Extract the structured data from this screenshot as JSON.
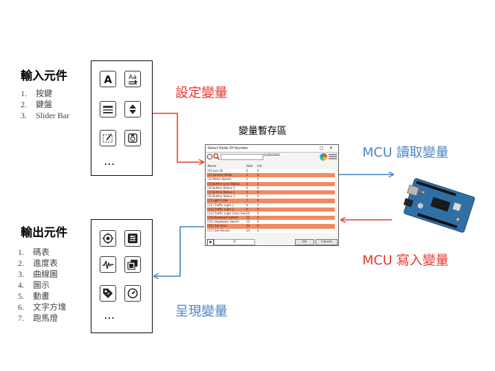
{
  "input_section": {
    "heading": "輸入元件",
    "items": [
      {
        "num": "1.",
        "label": "按鍵"
      },
      {
        "num": "2.",
        "label": "鍵盤"
      },
      {
        "num": "3.",
        "label": "Slider Bar"
      }
    ],
    "ellipsis": "…"
  },
  "output_section": {
    "heading": "輸出元件",
    "items": [
      {
        "num": "1.",
        "label": "碼表"
      },
      {
        "num": "2.",
        "label": "進度表"
      },
      {
        "num": "3.",
        "label": "曲線圖"
      },
      {
        "num": "4.",
        "label": "圖示"
      },
      {
        "num": "5.",
        "label": "動畫"
      },
      {
        "num": "6.",
        "label": "文字方塊"
      },
      {
        "num": "7.",
        "label": "跑馬燈"
      }
    ],
    "ellipsis": "…"
  },
  "labels": {
    "set_variable": "設定變量",
    "variable_buffer": "變量暫存區",
    "mcu_read": "MCU 讀取變量",
    "mcu_write": "MCU 寫入變量",
    "present_variable": "呈現變量"
  },
  "dialog": {
    "title": "Select Node Of Number",
    "counter": "1200/2001",
    "columns": [
      "Name",
      "Addr",
      "Init"
    ],
    "rows": [
      {
        "name": "[0] Icon ID",
        "addr": "0",
        "init": "0",
        "highlight": false
      },
      {
        "name": "[1] Volume Slider",
        "addr": "1",
        "init": "0",
        "highlight": true
      },
      {
        "name": "[2] Motor Speed",
        "addr": "2",
        "init": "0",
        "highlight": false
      },
      {
        "name": "[3] Button Lock Status",
        "addr": "3",
        "init": "1",
        "highlight": true
      },
      {
        "name": "[4] Button Status 1",
        "addr": "4",
        "init": "0",
        "highlight": false
      },
      {
        "name": "[5] Button Status 2",
        "addr": "5",
        "init": "0",
        "highlight": true
      },
      {
        "name": "[6] Button Status 3",
        "addr": "6",
        "init": "0",
        "highlight": false
      },
      {
        "name": "[7] Light Color",
        "addr": "7",
        "init": "0",
        "highlight": true
      },
      {
        "name": "[11] Traffic Light 1",
        "addr": "8",
        "init": "0",
        "highlight": false
      },
      {
        "name": "[12] Traffic Light 2",
        "addr": "9",
        "init": "0",
        "highlight": true
      },
      {
        "name": "[13] Traffic Light Color Select",
        "addr": "10",
        "init": "0",
        "highlight": false
      },
      {
        "name": "[14] Keyboard Switch",
        "addr": "11",
        "init": "0",
        "highlight": true
      },
      {
        "name": "[15] Vegetable Switch",
        "addr": "12",
        "init": "0",
        "highlight": false
      },
      {
        "name": "[16] Set Hour",
        "addr": "13",
        "init": "0",
        "highlight": true
      },
      {
        "name": "[17] Set Minute",
        "addr": "14",
        "init": "0",
        "highlight": false
      }
    ],
    "footer_value": "0",
    "ok_label": "Ok",
    "cancel_label": "Cancel"
  },
  "colors": {
    "red_arrow": "#e8362c",
    "blue_arrow": "#3f7fc0",
    "row_highlight": "#f28a60",
    "board_blue": "#2f6fa6"
  }
}
